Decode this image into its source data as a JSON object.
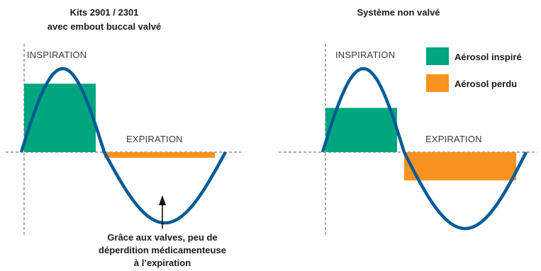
{
  "colors": {
    "inspired": "#00A67E",
    "lost": "#F7931E",
    "wave": "#005B96",
    "text": "#1a1a1a"
  },
  "left_panel": {
    "title_line1": "Kits 2901 / 2301",
    "title_line2": "avec embout buccal valvé",
    "inspiration_label": "INSPIRATION",
    "expiration_label": "EXPIRATION",
    "note_line1": "Grâce aux valves, peu de",
    "note_line2": "déperdition médicamenteuse",
    "note_line3": "à l’expiration",
    "inspired_level": 0.82,
    "lost_level": 0.08
  },
  "right_panel": {
    "title": "Système non valvé",
    "inspiration_label": "INSPIRATION",
    "expiration_label": "EXPIRATION",
    "inspired_level": 0.53,
    "lost_level": 0.37
  },
  "legend": {
    "inspired_label": "Aérosol inspiré",
    "lost_label": "Aérosol perdu"
  }
}
